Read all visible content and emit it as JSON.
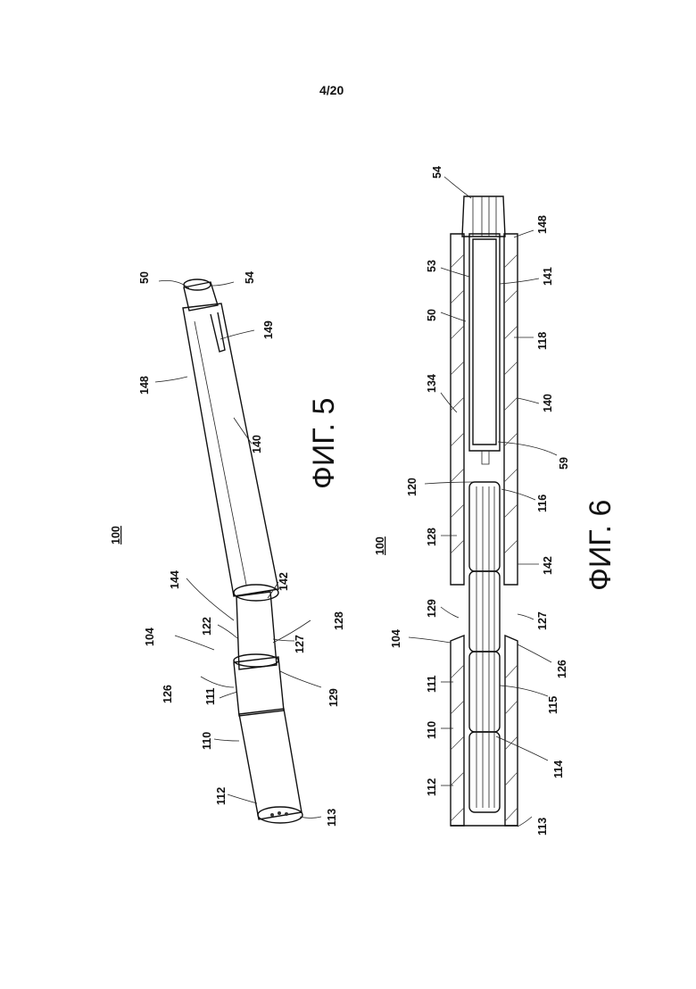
{
  "page": {
    "number": "4/20"
  },
  "fig5": {
    "caption": "ФИГ. 5",
    "assembly_ref": "100",
    "labels": [
      "50",
      "54",
      "149",
      "148",
      "140",
      "144",
      "142",
      "104",
      "122",
      "128",
      "127",
      "126",
      "111",
      "129",
      "110",
      "112",
      "113"
    ]
  },
  "fig6": {
    "caption": "ФИГ. 6",
    "assembly_ref": "100",
    "labels": [
      "54",
      "148",
      "53",
      "141",
      "50",
      "118",
      "134",
      "140",
      "59",
      "120",
      "116",
      "128",
      "142",
      "129",
      "127",
      "104",
      "111",
      "126",
      "110",
      "115",
      "112",
      "114",
      "113"
    ]
  }
}
